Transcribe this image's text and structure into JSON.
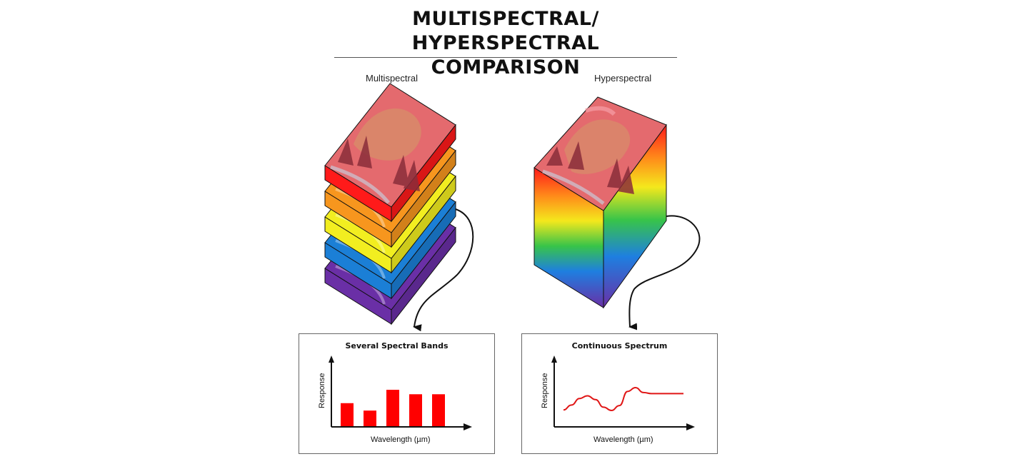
{
  "title": {
    "line1": "MULTISPECTRAL/",
    "line2": "HYPERSPECTRAL COMPARISON"
  },
  "multispectral": {
    "label": "Multispectral",
    "layers": [
      {
        "color": "#ff1a1a"
      },
      {
        "color": "#f7961e"
      },
      {
        "color": "#f2ee20"
      },
      {
        "color": "#1b7fd6"
      },
      {
        "color": "#6a2fa6"
      }
    ]
  },
  "hyperspectral": {
    "label": "Hyperspectral"
  },
  "chart_data": [
    {
      "type": "bar",
      "title": "Several Spectral Bands",
      "xlabel": "Wavelength (µm)",
      "ylabel": "Response",
      "values": [
        0.62,
        0.42,
        0.98,
        0.86,
        0.86
      ],
      "color": "#ff0000"
    },
    {
      "type": "line",
      "title": "Continuous Spectrum",
      "xlabel": "Wavelength (µm)",
      "ylabel": "Response",
      "values": [
        0.1,
        0.28,
        0.52,
        0.62,
        0.48,
        0.2,
        0.08,
        0.26,
        0.78,
        0.92,
        0.74,
        0.7,
        0.7,
        0.7,
        0.7,
        0.7
      ],
      "color": "#e01616"
    }
  ]
}
